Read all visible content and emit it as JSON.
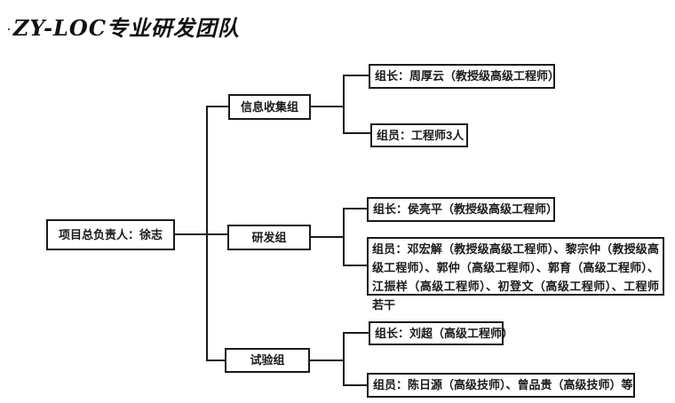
{
  "title": "ZY-LOC专业研发团队",
  "title_mark": ".",
  "colors": {
    "line": "#1a1a1a",
    "box_border": "#1a1a1a",
    "box_background": "#ffffff",
    "text": "#1a1a1a",
    "page_background": "#ffffff"
  },
  "tree": {
    "root": {
      "label": "项目总负责人：徐志"
    },
    "groups": [
      {
        "name": "信息收集组",
        "leader": "组长：周厚云（教授级高级工程师）",
        "members": "组员：工程师3人"
      },
      {
        "name": "研发组",
        "leader": "组长：侯亮平（教授级高级工程师）",
        "members": "组员：邓宏解（教授级高级工程师）、黎宗仲（教授级高级工程师）、郭仲（高级工程师）、郭育（高级工程师）、江振样（高级工程师）、初登文（高级工程师）、工程师若干"
      },
      {
        "name": "试验组",
        "leader": "组长：刘超（高级工程师）",
        "members": "组员：陈日源（高级技师）、曾品贵（高级技师）等"
      }
    ]
  }
}
